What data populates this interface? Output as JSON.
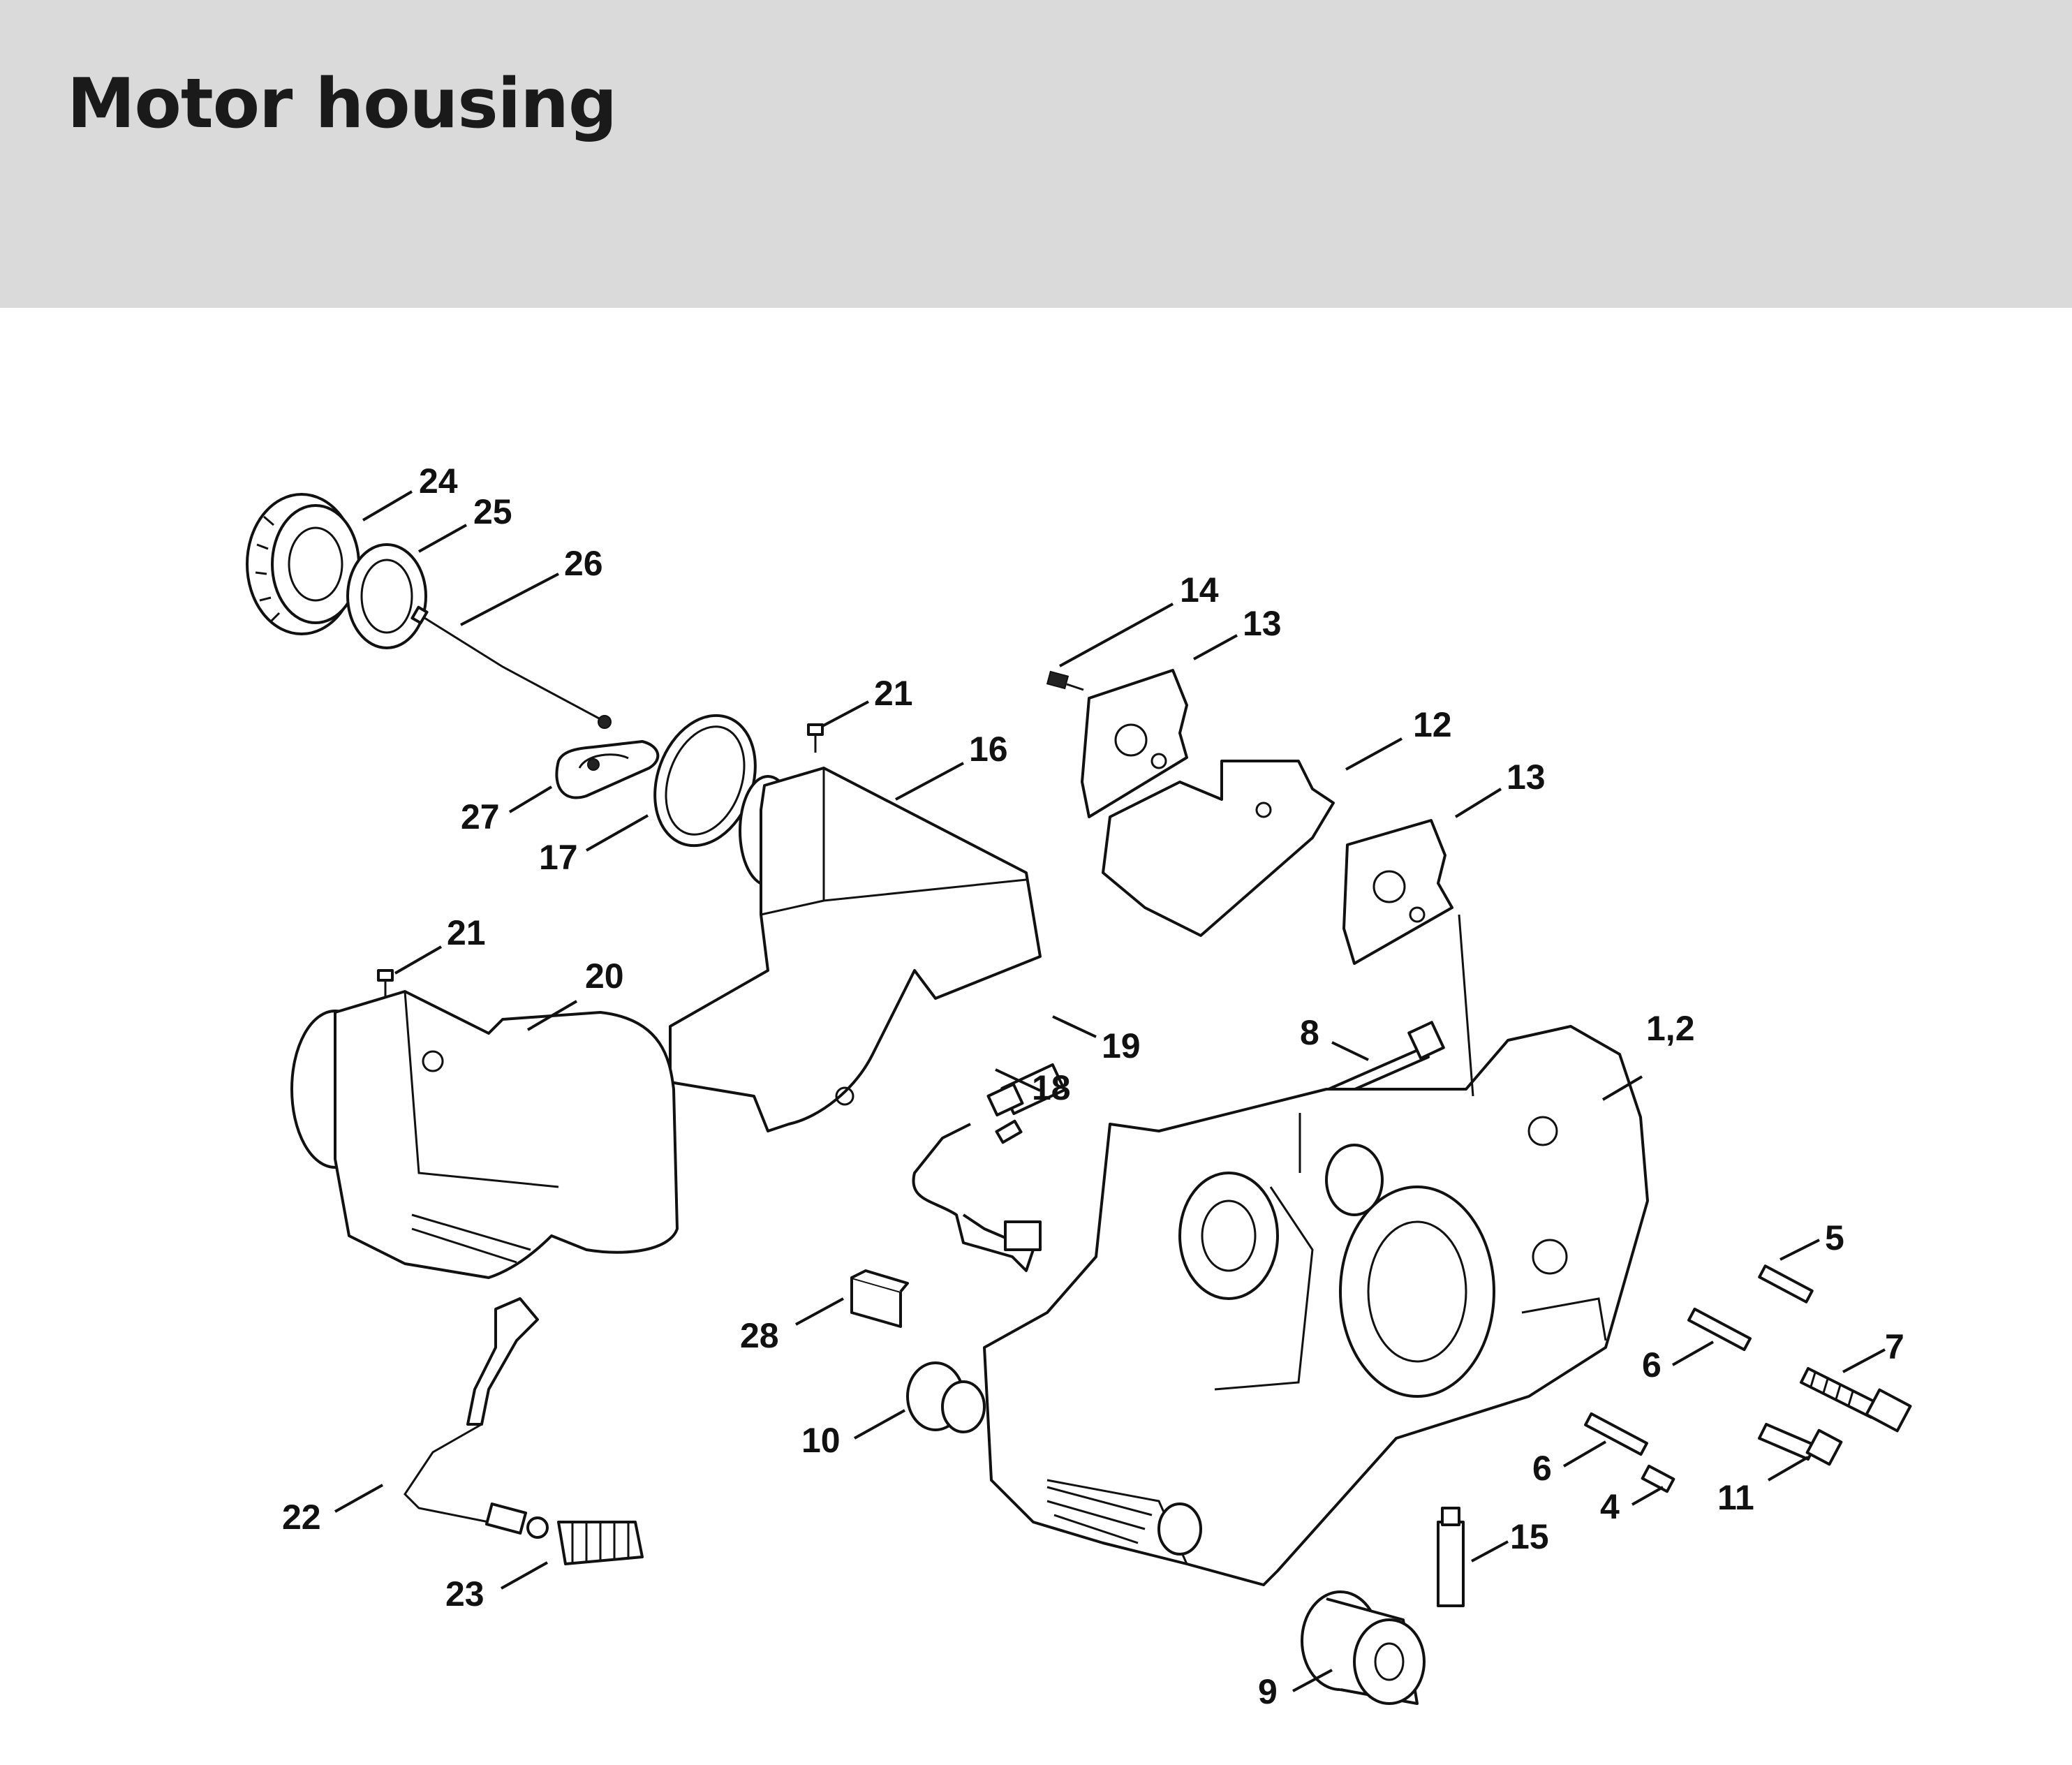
{
  "header": {
    "title": "Motor housing",
    "background": "#d9dad9"
  },
  "callouts": [
    "24",
    "25",
    "26",
    "27",
    "17",
    "21",
    "16",
    "14",
    "13",
    "12",
    "13",
    "21",
    "20",
    "19",
    "18",
    "8",
    "1,2",
    "5",
    "6",
    "7",
    "28",
    "10",
    "6",
    "4",
    "11",
    "15",
    "22",
    "23",
    "9"
  ]
}
